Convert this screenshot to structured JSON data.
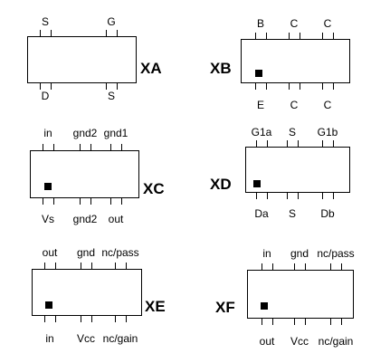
{
  "diagram": {
    "components": [
      {
        "id": "xa",
        "name": "XA",
        "pin1_marker": false,
        "top_pins": [
          "S",
          "G"
        ],
        "bottom_pins": [
          "D",
          "S"
        ]
      },
      {
        "id": "xb",
        "name": "XB",
        "pin1_marker": true,
        "top_pins": [
          "B",
          "C",
          "C"
        ],
        "bottom_pins": [
          "E",
          "C",
          "C"
        ]
      },
      {
        "id": "xc",
        "name": "XC",
        "pin1_marker": true,
        "top_pins": [
          "in",
          "gnd2",
          "gnd1"
        ],
        "bottom_pins": [
          "Vs",
          "gnd2",
          "out"
        ]
      },
      {
        "id": "xd",
        "name": "XD",
        "pin1_marker": true,
        "top_pins": [
          "G1a",
          "S",
          "G1b"
        ],
        "bottom_pins": [
          "Da",
          "S",
          "Db"
        ]
      },
      {
        "id": "xe",
        "name": "XE",
        "pin1_marker": true,
        "top_pins": [
          "out",
          "gnd",
          "nc/pass"
        ],
        "bottom_pins": [
          "in",
          "Vcc",
          "nc/gain"
        ]
      },
      {
        "id": "xf",
        "name": "XF",
        "pin1_marker": true,
        "top_pins": [
          "in",
          "gnd",
          "nc/pass"
        ],
        "bottom_pins": [
          "out",
          "Vcc",
          "nc/gain"
        ]
      }
    ]
  }
}
